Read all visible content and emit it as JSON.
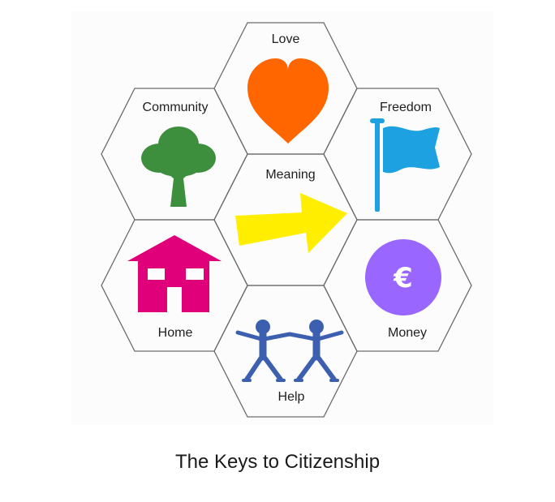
{
  "title": "The Keys to Citizenship",
  "hexagons": {
    "love": {
      "label": "Love",
      "icon": "heart-icon",
      "color": "#ff6600"
    },
    "community": {
      "label": "Community",
      "icon": "tree-icon",
      "color": "#3d8f3d"
    },
    "freedom": {
      "label": "Freedom",
      "icon": "flag-icon",
      "color": "#1ea1e0"
    },
    "meaning": {
      "label": "Meaning",
      "icon": "arrow-icon",
      "color": "#ffee00"
    },
    "home": {
      "label": "Home",
      "icon": "house-icon",
      "color": "#e0007a"
    },
    "money": {
      "label": "Money",
      "icon": "euro-coin-icon",
      "color": "#9966ff",
      "symbol": "€"
    },
    "help": {
      "label": "Help",
      "icon": "people-holding-hands-icon",
      "color": "#3d5fb0"
    }
  }
}
